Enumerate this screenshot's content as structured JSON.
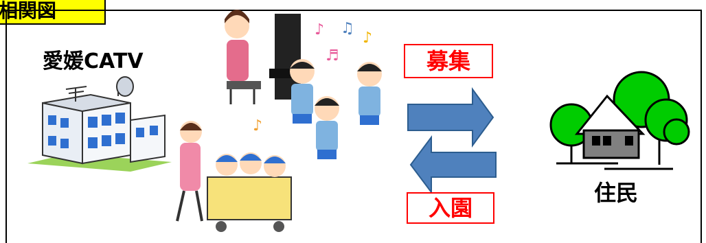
{
  "title": "相関図",
  "left_party": "愛媛CATV",
  "right_party": "住民",
  "top_arrow_label": "募集",
  "bottom_arrow_label": "入園",
  "colors": {
    "title_bg": "#ffff00",
    "arrow_fill": "#4f81bd",
    "label_red": "#ff0000",
    "tree_green": "#00cc00"
  }
}
